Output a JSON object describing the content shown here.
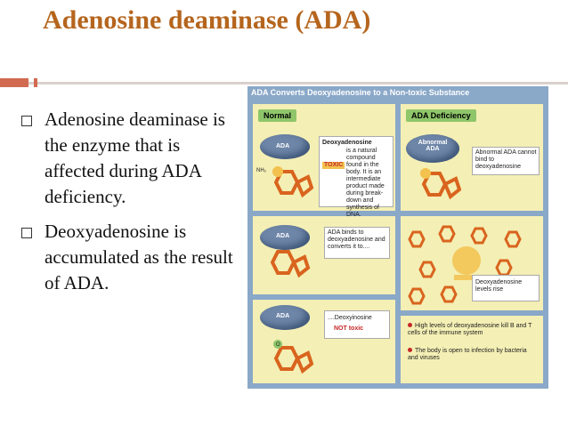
{
  "slide": {
    "title": "Adenosine deaminase (ADA)",
    "bullets": [
      "Adenosine deaminase is the enzyme that is affected during ADA deficiency.",
      "Deoxyadenosine is accumulated as the result of ADA."
    ]
  },
  "figure": {
    "title": "ADA Converts Deoxyadenosine to a Non-toxic Substance",
    "normal_label": "Normal",
    "deficiency_label": "ADA Deficiency",
    "ada": "ADA",
    "abnormal_ada": "Abnormal ADA",
    "nh2": "NH₂",
    "o": "O",
    "toxic": "TOXIC",
    "deoxyadenosine_title": "Deoxyadenosine",
    "deoxyadenosine_text": "is a natural compound found in the body. It is an intermediate product made during break-down and synthesis of DNA.",
    "binds_text": "ADA binds to deoxyadenosine and converts it to....",
    "deoxyinosine_text": "....Deoxyinosine",
    "not_toxic": "NOT toxic",
    "cannot_bind": "Abnormal ADA cannot bind to deoxyadenosine",
    "levels_rise": "Deoxyadenosine levels rise",
    "bullet1": "High levels of deoxyadenosine kill B and T cells of the immune system",
    "bullet2": "The body is open to infection by bacteria and viruses"
  },
  "colors": {
    "title": "#b5651d",
    "accent": "#d16a50",
    "panel": "#f4efb4",
    "frame": "#8aa8c8"
  }
}
